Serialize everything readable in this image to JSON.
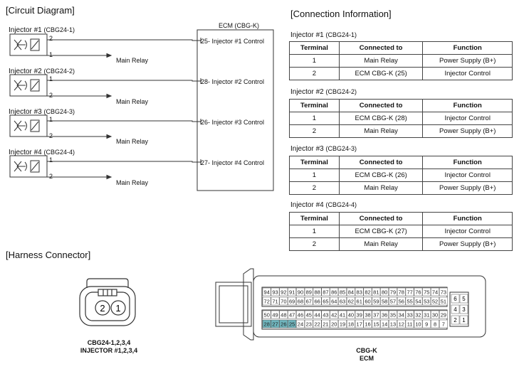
{
  "titles": {
    "circuit": "[Circuit Diagram]",
    "connection": "[Connection Information]",
    "harness": "[Harness Connector]"
  },
  "ecm_box_title": "ECM (CBG-K)",
  "main_relay": "Main Relay",
  "injectors": [
    {
      "name": "Injector #1",
      "code": "(CBG24-1)",
      "top_pin": "2",
      "bottom_pin": "1",
      "ecm_label": "25- Injector #1 Control"
    },
    {
      "name": "Injector #2",
      "code": "(CBG24-2)",
      "top_pin": "1",
      "bottom_pin": "2",
      "ecm_label": "28- Injector #2 Control"
    },
    {
      "name": "Injector #3",
      "code": "(CBG24-3)",
      "top_pin": "1",
      "bottom_pin": "2",
      "ecm_label": "26- Injector #3 Control"
    },
    {
      "name": "Injector #4",
      "code": "(CBG24-4)",
      "top_pin": "1",
      "bottom_pin": "2",
      "ecm_label": "27- Injector #4 Control"
    }
  ],
  "table_headers": [
    "Terminal",
    "Connected to",
    "Function"
  ],
  "tables": [
    {
      "title": "Injector #1",
      "code": "(CBG24-1)",
      "rows": [
        [
          "1",
          "Main Relay",
          "Power Supply (B+)"
        ],
        [
          "2",
          "ECM CBG-K (25)",
          "Injector Control"
        ]
      ]
    },
    {
      "title": "Injector #2",
      "code": "(CBG24-2)",
      "rows": [
        [
          "1",
          "ECM CBG-K (28)",
          "Injector Control"
        ],
        [
          "2",
          "Main Relay",
          "Power Supply (B+)"
        ]
      ]
    },
    {
      "title": "Injector #3",
      "code": "(CBG24-3)",
      "rows": [
        [
          "1",
          "ECM CBG-K (26)",
          "Injector Control"
        ],
        [
          "2",
          "Main Relay",
          "Power Supply (B+)"
        ]
      ]
    },
    {
      "title": "Injector #4",
      "code": "(CBG24-4)",
      "rows": [
        [
          "1",
          "ECM CBG-K (27)",
          "Injector Control"
        ],
        [
          "2",
          "Main Relay",
          "Power Supply (B+)"
        ]
      ]
    }
  ],
  "small_connector": {
    "pins": [
      "2",
      "1"
    ],
    "caption_1": "CBG24-1,2,3,4",
    "caption_2": "INJECTOR #1,2,3,4"
  },
  "ecm_connector": {
    "row1": [
      "94",
      "93",
      "92",
      "91",
      "90",
      "89",
      "88",
      "87",
      "86",
      "85",
      "84",
      "83",
      "82",
      "81",
      "80",
      "79",
      "78",
      "77",
      "76",
      "75",
      "74",
      "73"
    ],
    "row2": [
      "72",
      "71",
      "70",
      "69",
      "68",
      "67",
      "66",
      "65",
      "64",
      "63",
      "62",
      "61",
      "60",
      "59",
      "58",
      "57",
      "56",
      "55",
      "54",
      "53",
      "52",
      "51"
    ],
    "row3": [
      "50",
      "49",
      "48",
      "47",
      "46",
      "45",
      "44",
      "43",
      "42",
      "41",
      "40",
      "39",
      "38",
      "37",
      "36",
      "35",
      "34",
      "33",
      "32",
      "31",
      "30",
      "29"
    ],
    "row4": [
      "28",
      "27",
      "26",
      "25",
      "24",
      "23",
      "22",
      "21",
      "20",
      "19",
      "18",
      "17",
      "16",
      "15",
      "14",
      "13",
      "12",
      "11",
      "10",
      "9",
      "8",
      "7"
    ],
    "highlighted": [
      "28",
      "27",
      "26",
      "25"
    ],
    "side_pins": [
      [
        "6",
        "5"
      ],
      [
        "4",
        "3"
      ],
      [
        "2",
        "1"
      ]
    ],
    "caption_1": "CBG-K",
    "caption_2": "ECM"
  },
  "colors": {
    "highlight": "#6fb5bd",
    "line": "#333333"
  }
}
